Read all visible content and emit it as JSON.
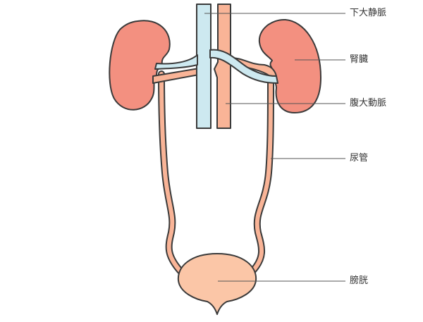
{
  "labels": {
    "vena_cava": "下大静脈",
    "kidney": "腎臓",
    "aorta": "腹大動脈",
    "ureter": "尿管",
    "bladder": "膀胱"
  },
  "colors": {
    "kidney": "#f39080",
    "vein": "#cde9f0",
    "artery": "#f9b497",
    "bladder": "#fbc6a7",
    "outline": "#3a3a3a"
  }
}
